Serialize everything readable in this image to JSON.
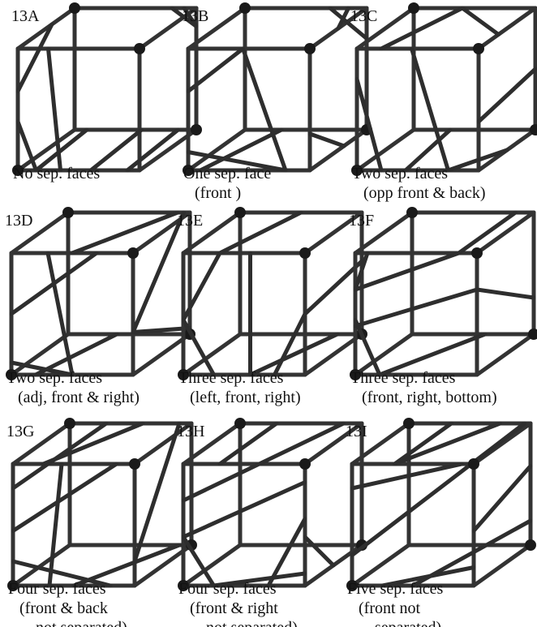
{
  "panels": [
    {
      "id": "13A",
      "caption": [
        "No sep. faces"
      ]
    },
    {
      "id": "13B",
      "caption": [
        "One sep. face",
        "(front )"
      ]
    },
    {
      "id": "13C",
      "caption": [
        "Two sep. faces",
        "(opp front & back)"
      ]
    },
    {
      "id": "13D",
      "caption": [
        "Two sep. faces",
        "(adj, front & right)"
      ]
    },
    {
      "id": "13E",
      "caption": [
        "Three sep. faces",
        "(left, front, right)"
      ]
    },
    {
      "id": "13F",
      "caption": [
        "Three sep. faces",
        "(front, right, bottom)"
      ]
    },
    {
      "id": "13G",
      "caption": [
        "Four sep. faces",
        "(front & back",
        "not separated)"
      ]
    },
    {
      "id": "13H",
      "caption": [
        "Four sep. faces",
        "(front & right",
        "not separated)"
      ]
    },
    {
      "id": "13I",
      "caption": [
        "Five sep. faces",
        "(front not",
        "separated)"
      ]
    }
  ]
}
